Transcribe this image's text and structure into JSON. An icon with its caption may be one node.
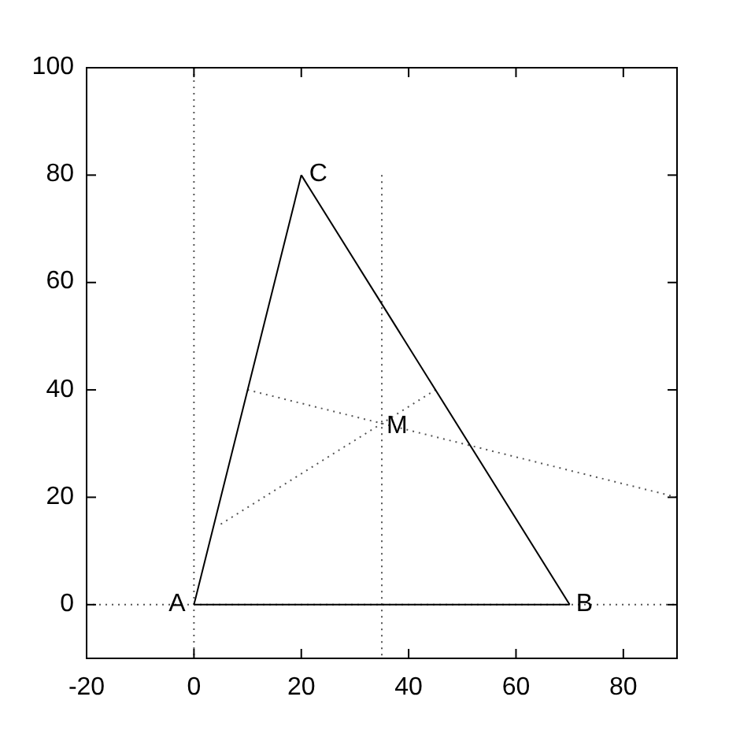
{
  "diagram": {
    "nodes": [
      {
        "text": [
          "A"
        ]
      },
      {
        "text": [
          "B"
        ]
      },
      {
        "text": [
          "C"
        ]
      },
      {
        "text": [
          "M"
        ]
      }
    ],
    "edges": [
      {
        "from": 0,
        "to": 1,
        "arrow": "none"
      },
      {
        "from": 1,
        "to": 2,
        "arrow": "none"
      },
      {
        "from": 2,
        "to": 0,
        "arrow": "none"
      }
    ],
    "labels": [
      "100",
      "80",
      "60",
      "40",
      "20",
      "0",
      "-20",
      "0",
      "20",
      "40",
      "60",
      "80"
    ]
  }
}
